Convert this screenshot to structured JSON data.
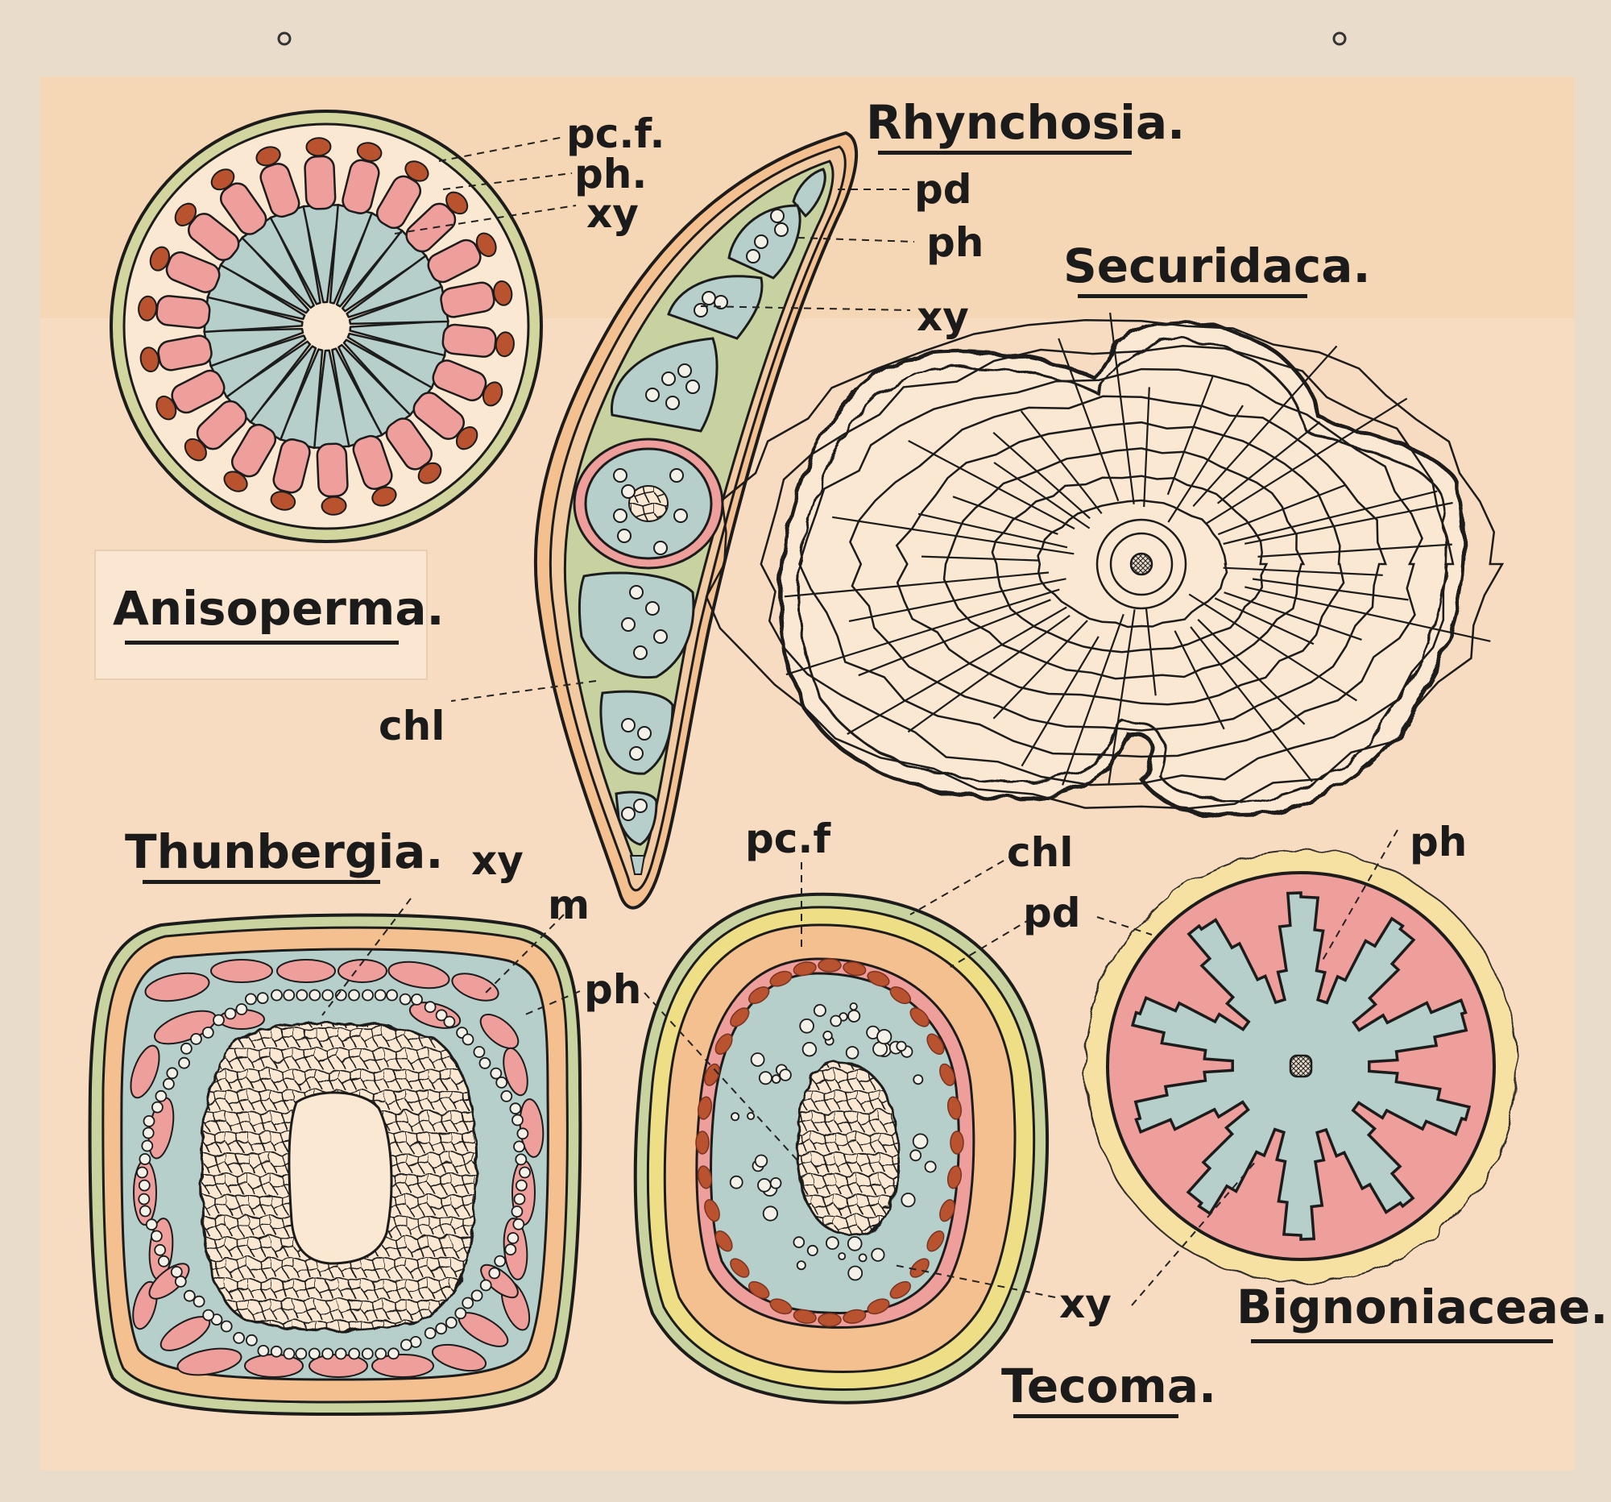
{
  "colors": {
    "paper": "#f7dcc1",
    "canvas": "#e9dccb",
    "ink": "#1c1c1c",
    "phloem_pink": "#ef9f9b",
    "xylem_blue": "#b7cfcb",
    "cortex_orange": "#f5c08f",
    "rind_green": "#d3d59f",
    "rind_yellow": "#eedf86",
    "fibre_brown": "#b9532f",
    "pith_cream": "#fbe8d2"
  },
  "titles": {
    "anisoperma": "Anisoperma.",
    "rhynchosia": "Rhynchosia.",
    "securidaca": "Securidaca.",
    "thunbergia": "Thunbergia.",
    "tecoma": "Tecoma.",
    "bignoniaceae": "Bignoniaceae."
  },
  "labels": {
    "aniso_pcf": "pc.f.",
    "aniso_ph": "ph.",
    "aniso_xy": "xy",
    "rhyn_pd": "pd",
    "rhyn_ph": "ph",
    "rhyn_xy": "xy",
    "rhyn_chl": "chl",
    "thun_xy": "xy",
    "thun_m": "m",
    "thun_ph": "ph",
    "tec_pcf": "pc.f",
    "tec_chl": "chl",
    "tec_pd": "pd",
    "tec_xy": "xy",
    "big_ph": "ph"
  }
}
